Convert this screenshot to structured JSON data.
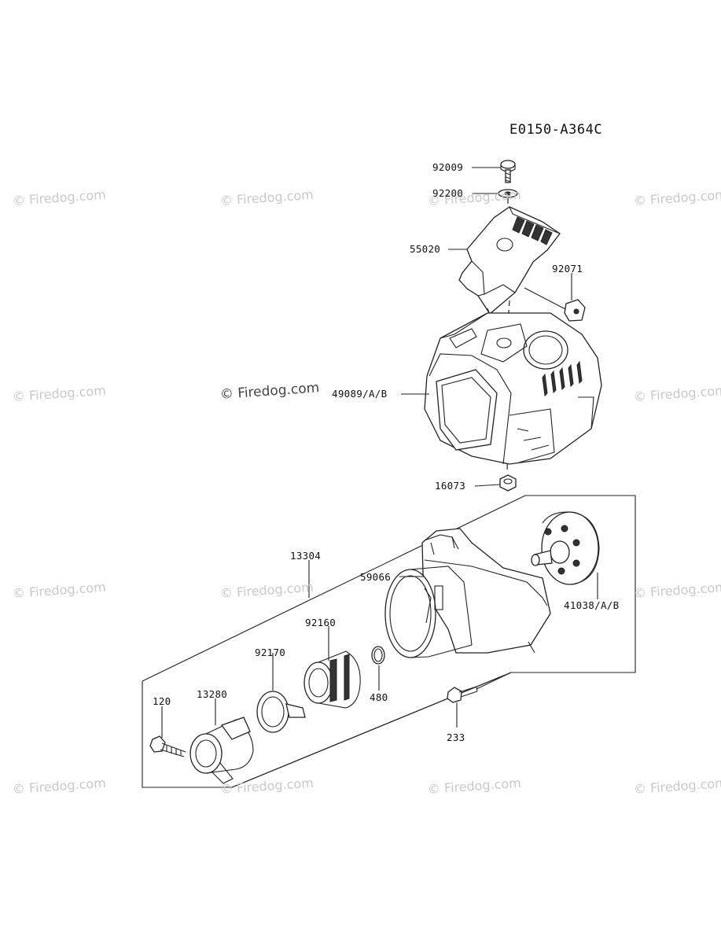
{
  "diagram_code": "E0150-A364C",
  "watermark_text": "© Firedog.com",
  "parts": {
    "p92009": "92009",
    "p92200": "92200",
    "p55020": "55020",
    "p92071": "92071",
    "p49089": "49089/A/B",
    "p16073": "16073",
    "p13304": "13304",
    "p59066": "59066",
    "p41038": "41038/A/B",
    "p92160": "92160",
    "p92170": "92170",
    "p480": "480",
    "p233": "233",
    "p13280": "13280",
    "p120": "120"
  }
}
